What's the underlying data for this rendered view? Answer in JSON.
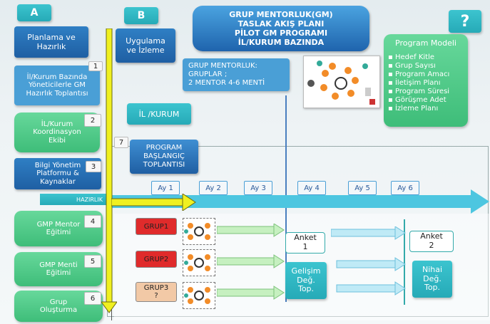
{
  "labels": {
    "a": "A",
    "b": "B",
    "question": "?",
    "title": "GRUP MENTORLUK(GM)\nTASLAK AKIŞ PLANI\nPİLOT GM PROGRAMI\nİL/KURUM BAZINDA",
    "planning": "Planlama ve\nHazırlık",
    "implementation": "Uygulama\nve İzleme",
    "group_info": "GRUP MENTORLUK:\nGRUPLAR ;\n2 MENTOR 4-6 MENTİ",
    "program_model": "Program Modeli",
    "model_items": [
      "Hedef Kitle",
      "Grup Sayısı",
      "Program Amacı",
      "İletişim Planı",
      "Program Süresi",
      "Görüşme Adet",
      "İzleme Planı"
    ],
    "il_kurum": "İL /KURUM",
    "program_start": "PROGRAM\nBAŞLANGIÇ\nTOPLANTISI",
    "hazirlik": "HAZIRLIK",
    "anket1": "Anket\n1",
    "anket2": "Anket\n2",
    "gelisim": "Gelişim\nDeğ.\nTop.",
    "nihai": "Nihai\nDeğ.\nTop."
  },
  "steps": [
    {
      "num": "1",
      "label": "İl/Kurum Bazında\nYöneticilerle GM\nHazırlık Toplantısı"
    },
    {
      "num": "2",
      "label": "İL/Kurum\nKoordinasyon\nEkibi"
    },
    {
      "num": "3",
      "label": "Bilgi Yönetim\nPlatformu &\nKaynaklar"
    },
    {
      "num": "4",
      "label": "GMP Mentor\nEğitimi"
    },
    {
      "num": "5",
      "label": "GMP Menti\nEğitimi"
    },
    {
      "num": "6",
      "label": "Grup\nOluşturma"
    },
    {
      "num": "7",
      "label": ""
    }
  ],
  "months": [
    "Ay 1",
    "Ay 2",
    "Ay 3",
    "Ay 4",
    "Ay 5",
    "Ay 6"
  ],
  "groups": [
    {
      "label": "GRUP1",
      "color": "#e02b2b"
    },
    {
      "label": "GRUP2",
      "color": "#e02b2b"
    },
    {
      "label": "GRUP3\n?",
      "color": "#f2c9a6"
    }
  ],
  "colors": {
    "dark_blue": "#1f5fa3",
    "teal": "#26aab7",
    "green": "#3ebd79",
    "yellow": "#f0f020",
    "arrow_blue": "#4dc6e0"
  }
}
